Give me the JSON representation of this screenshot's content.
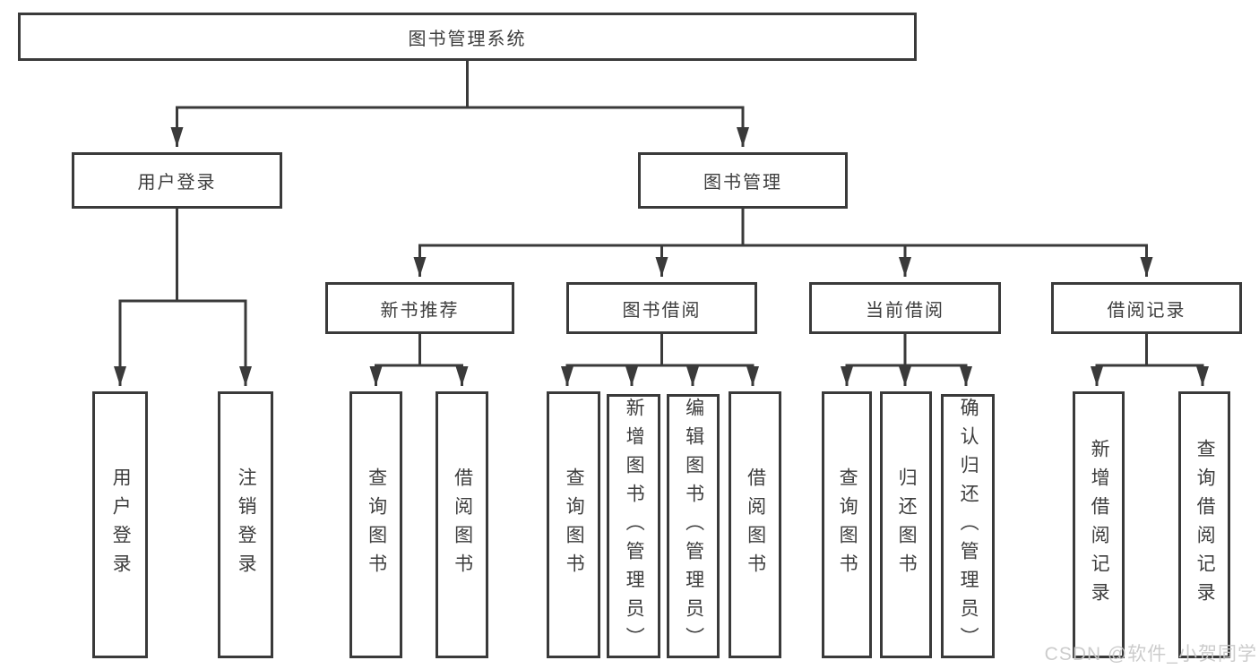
{
  "colors": {
    "line": "#3a3a3a",
    "text": "#3d3d3d",
    "background": "#ffffff",
    "watermark": "#c8c8c8"
  },
  "watermark": {
    "text": "CSDN @软件_小贺同学"
  },
  "tree": {
    "root": {
      "label": "图书管理系统",
      "children": [
        {
          "label": "用户登录",
          "children": [
            {
              "label": "用户登录"
            },
            {
              "label": "注销登录"
            }
          ]
        },
        {
          "label": "图书管理",
          "children": [
            {
              "label": "新书推荐",
              "children": [
                {
                  "label": "查询图书"
                },
                {
                  "label": "借阅图书"
                }
              ]
            },
            {
              "label": "图书借阅",
              "children": [
                {
                  "label": "查询图书"
                },
                {
                  "label": "新增图书（管理员）"
                },
                {
                  "label": "编辑图书（管理员）"
                },
                {
                  "label": "借阅图书"
                }
              ]
            },
            {
              "label": "当前借阅",
              "children": [
                {
                  "label": "查询图书"
                },
                {
                  "label": "归还图书"
                },
                {
                  "label": "确认归还（管理员）"
                }
              ]
            },
            {
              "label": "借阅记录",
              "children": [
                {
                  "label": "新增借阅记录"
                },
                {
                  "label": "查询借阅记录"
                }
              ]
            }
          ]
        }
      ]
    }
  }
}
